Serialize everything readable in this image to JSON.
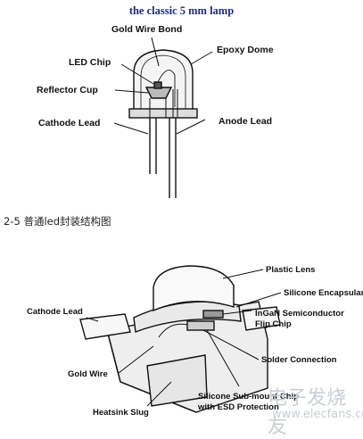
{
  "diagram_top": {
    "title": "the classic 5 mm lamp",
    "labels": {
      "gold_wire_bond": "Gold Wire Bond",
      "epoxy_dome": "Epoxy Dome",
      "led_chip": "LED Chip",
      "reflector_cup": "Reflector Cup",
      "cathode_lead": "Cathode Lead",
      "anode_lead": "Anode Lead"
    }
  },
  "caption": "2-5 普通led封装结构图",
  "diagram_bottom": {
    "labels": {
      "plastic_lens": "Plastic Lens",
      "silicone_encapsulant": "Silicone Encapsulant",
      "ingan_chip_line1": "InGaN Semiconductor",
      "ingan_chip_line2": "Flip Chip",
      "cathode_lead": "Cathode Lead",
      "solder_connection": "Solder Connection",
      "gold_wire": "Gold Wire",
      "submount_line1": "Silicone Sub-mount Chip",
      "submount_line2": "with ESD Protection",
      "heatsink_slug": "Heatsink Slug"
    }
  },
  "watermark": {
    "cn": "电子发烧友",
    "url": "www.elecfans.com"
  }
}
